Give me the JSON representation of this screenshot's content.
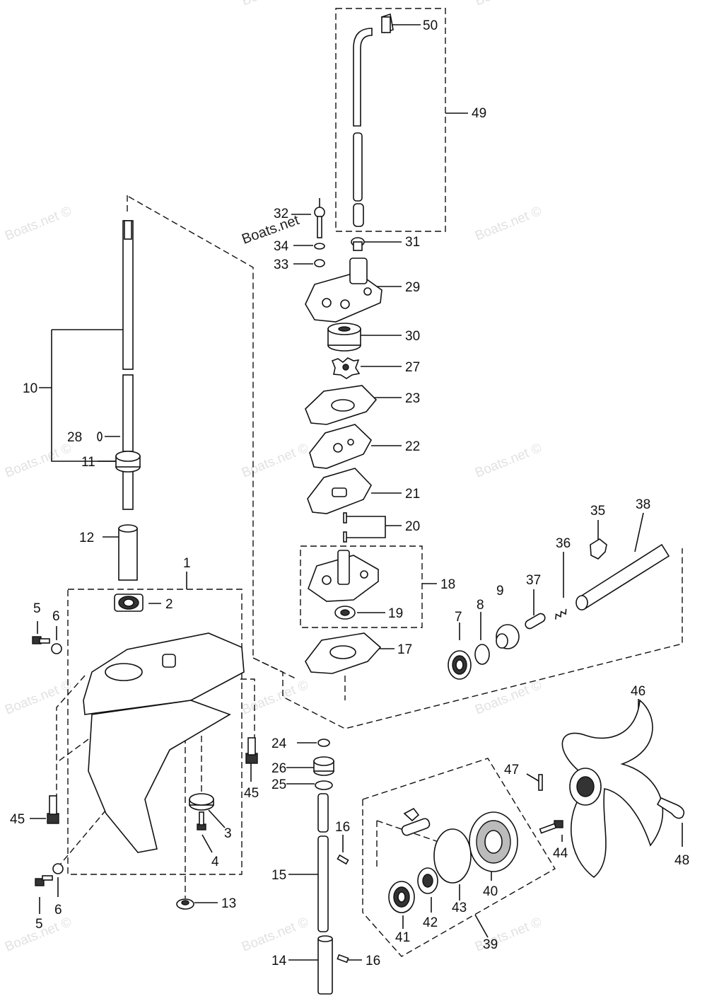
{
  "watermark": {
    "text": "Boats.net ©",
    "overlay_text": "Boats.net"
  },
  "callouts": {
    "c1": "1",
    "c2": "2",
    "c3": "3",
    "c4": "4",
    "c5": "5",
    "c6": "6",
    "c7": "7",
    "c8": "8",
    "c9": "9",
    "c10": "10",
    "c11": "11",
    "c12": "12",
    "c13": "13",
    "c14": "14",
    "c15": "15",
    "c16": "16",
    "c17": "17",
    "c18": "18",
    "c19": "19",
    "c20": "20",
    "c21": "21",
    "c22": "22",
    "c23": "23",
    "c24": "24",
    "c25": "25",
    "c26": "26",
    "c27": "27",
    "c28": "28",
    "c29": "29",
    "c30": "30",
    "c31": "31",
    "c32": "32",
    "c33": "33",
    "c34": "34",
    "c35": "35",
    "c36": "36",
    "c37": "37",
    "c38": "38",
    "c39": "39",
    "c40": "40",
    "c41": "41",
    "c42": "42",
    "c43": "43",
    "c44": "44",
    "c45": "45",
    "c46": "46",
    "c47": "47",
    "c48": "48",
    "c49": "49",
    "c50": "50"
  },
  "colors": {
    "line": "#111111",
    "watermark": "#e2e2e2",
    "background": "#ffffff"
  }
}
